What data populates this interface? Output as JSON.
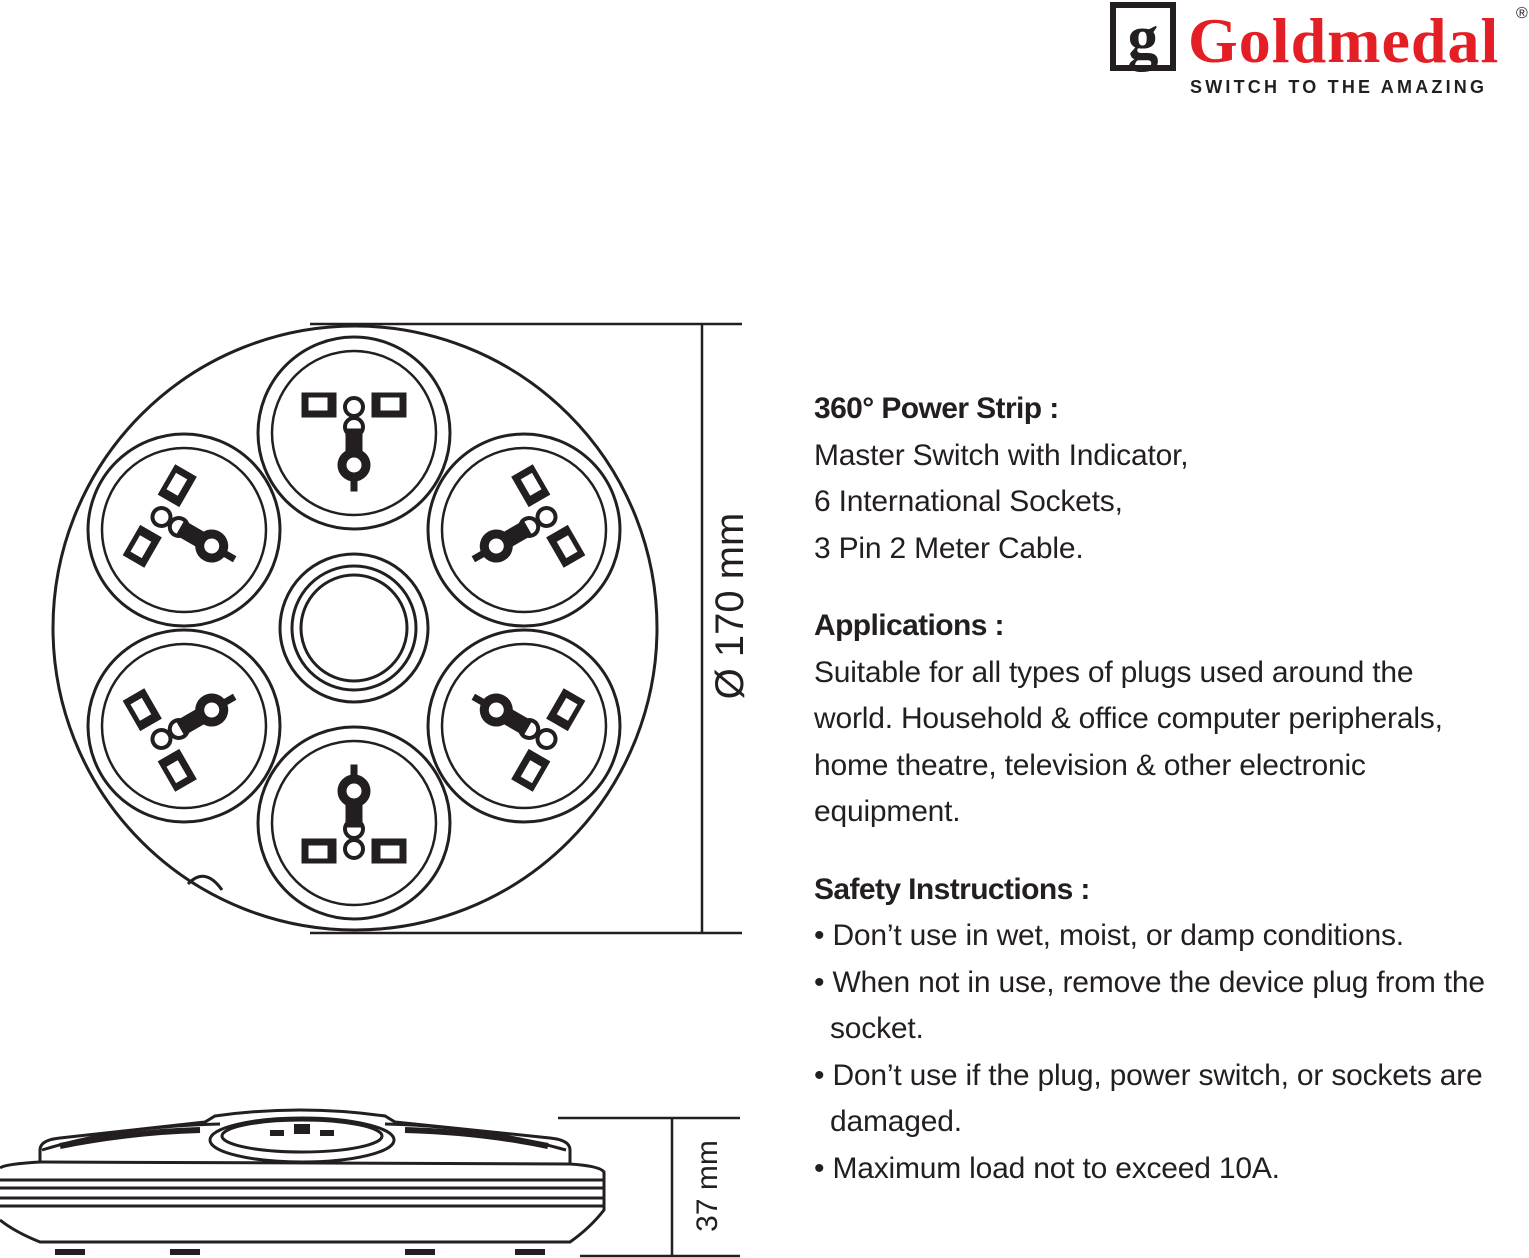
{
  "brand": {
    "name": "Goldmedal",
    "tagline": "SWITCH TO THE AMAZING",
    "registered_mark": "®",
    "brand_color": "#e31e24",
    "icon_letter": "g"
  },
  "dimensions": {
    "diameter": "Ø 170 mm",
    "height": "37 mm"
  },
  "specs": {
    "power_strip": {
      "heading": "360° Power Strip :",
      "lines": [
        "Master Switch with Indicator,",
        "6 International Sockets,",
        "3 Pin 2 Meter Cable."
      ]
    },
    "applications": {
      "heading": "Applications :",
      "lines": [
        "Suitable for all types of plugs used around the",
        "world. Household & office computer peripherals,",
        "home theatre, television & other electronic",
        "equipment."
      ]
    },
    "safety": {
      "heading": "Safety Instructions :",
      "items": [
        "• Don’t use in wet, moist, or damp conditions.",
        "• When not in use, remove the device plug from the socket.",
        "• Don’t use if the plug, power switch, or sockets are damaged.",
        "• Maximum load not to exceed 10A."
      ]
    }
  }
}
